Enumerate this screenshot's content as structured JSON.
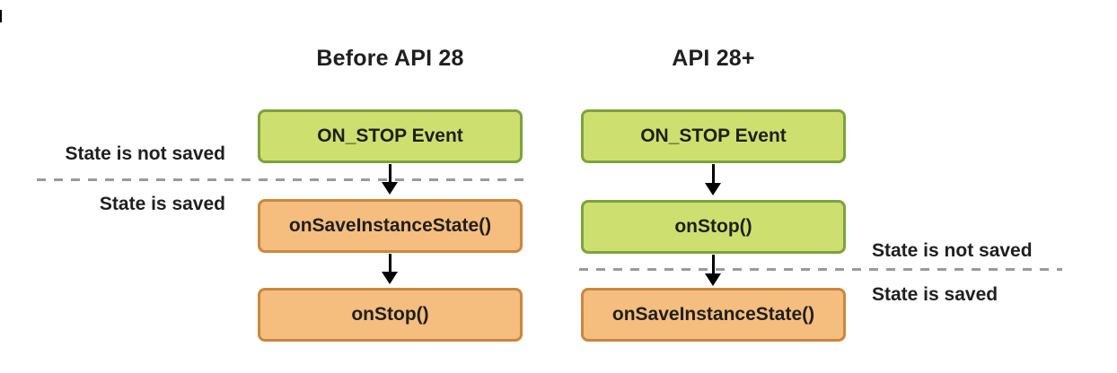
{
  "diagram": {
    "left_column": {
      "title": "Before API 28",
      "boxes": [
        {
          "label": "ON_STOP Event"
        },
        {
          "label": "onSaveInstanceState()"
        },
        {
          "label": "onStop()"
        }
      ],
      "state_label_above": "State is not saved",
      "state_label_below": "State is saved"
    },
    "right_column": {
      "title": "API 28+",
      "boxes": [
        {
          "label": "ON_STOP Event"
        },
        {
          "label": "onStop()"
        },
        {
          "label": "onSaveInstanceState()"
        }
      ],
      "state_label_above": "State is not saved",
      "state_label_below": "State is saved"
    },
    "colors": {
      "green_fill": "#cde06f",
      "green_border": "#7da23d",
      "orange_fill": "#f5bd7e",
      "orange_border": "#c9883f",
      "dash_line": "#9a9a9a",
      "arrow": "#000000",
      "text": "#1f1f1f"
    }
  }
}
